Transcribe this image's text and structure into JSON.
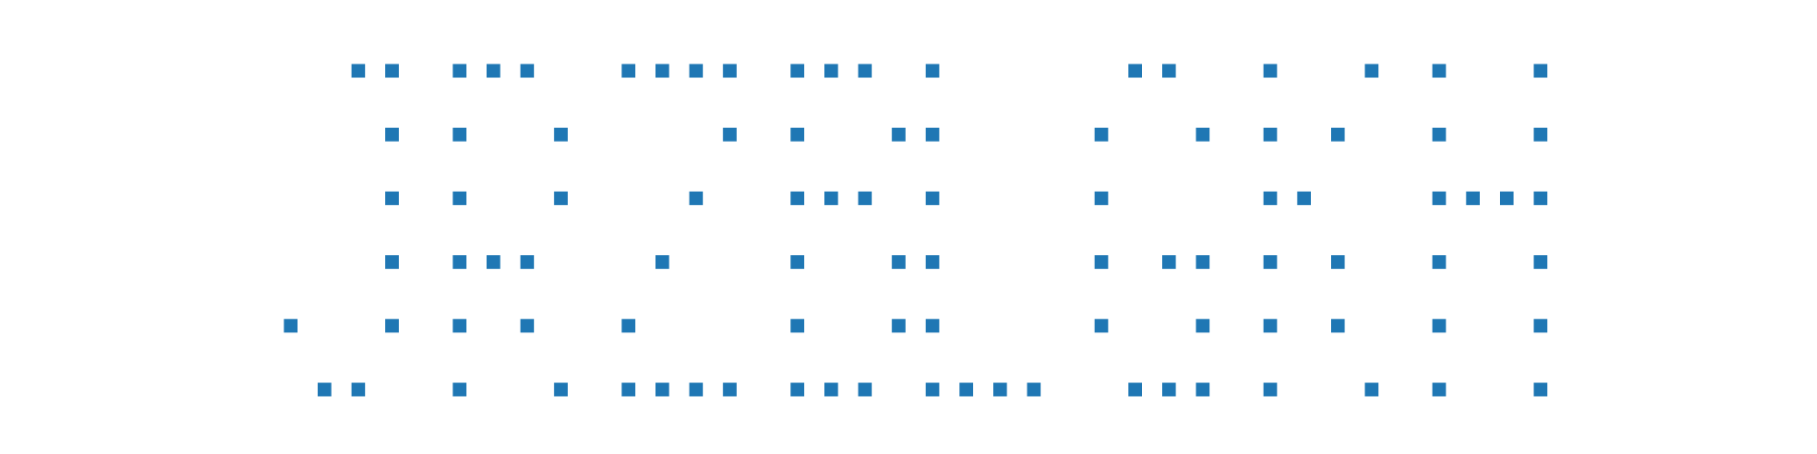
{
  "colors": {
    "background": "#ffffff",
    "dot": "#1f77b4"
  },
  "chart_data": {
    "type": "scatter",
    "marker": "square",
    "grid": false,
    "axes_visible": false,
    "x_range": [
      0,
      38
    ],
    "y_range": [
      0,
      5
    ],
    "rows": [
      [
        2,
        3,
        5,
        6,
        7,
        10,
        11,
        12,
        13,
        15,
        16,
        17,
        19,
        25,
        26,
        29,
        32,
        34,
        37
      ],
      [
        3,
        5,
        8,
        13,
        15,
        18,
        19,
        24,
        27,
        29,
        31,
        34,
        37
      ],
      [
        3,
        5,
        8,
        12,
        15,
        16,
        17,
        19,
        24,
        29,
        30,
        34,
        35,
        36,
        37
      ],
      [
        3,
        5,
        6,
        7,
        11,
        15,
        18,
        19,
        24,
        26,
        27,
        29,
        31,
        34,
        37
      ],
      [
        0,
        3,
        5,
        7,
        10,
        15,
        18,
        19,
        24,
        27,
        29,
        31,
        34,
        37
      ],
      [
        1,
        2,
        5,
        8,
        10,
        11,
        12,
        13,
        15,
        16,
        17,
        19,
        20,
        21,
        22,
        25,
        26,
        27,
        29,
        32,
        34,
        37
      ]
    ]
  }
}
